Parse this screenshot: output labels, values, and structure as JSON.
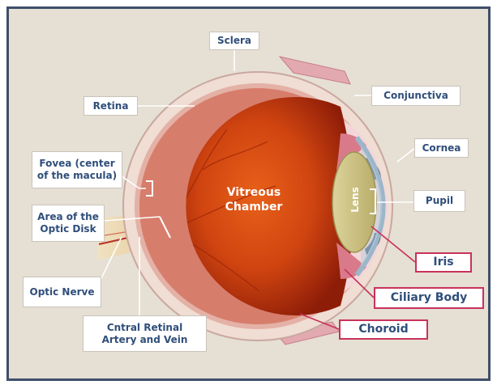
{
  "labels": {
    "sclera": "Sclera",
    "retina": "Retina",
    "conjunctiva": "Conjunctiva",
    "cornea": "Cornea",
    "fovea": "Fovea (center\nof the macula)",
    "pupil": "Pupil",
    "optic_disk": "Area of the\nOptic Disk",
    "iris": "Iris",
    "optic_nerve": "Optic Nerve",
    "ciliary_body": "Ciliary Body",
    "choroid": "Choroid",
    "central_retinal": "Cntral Retinal\nArtery and Vein",
    "vitreous": "Vitreous\nChamber",
    "lens": "Lens"
  },
  "colors": {
    "frame": "#3f4f6a",
    "background": "#e6dfd4",
    "label_text": "#2f4e7a",
    "highlight_border": "#c8325a",
    "vitreous": "#c8400f"
  }
}
